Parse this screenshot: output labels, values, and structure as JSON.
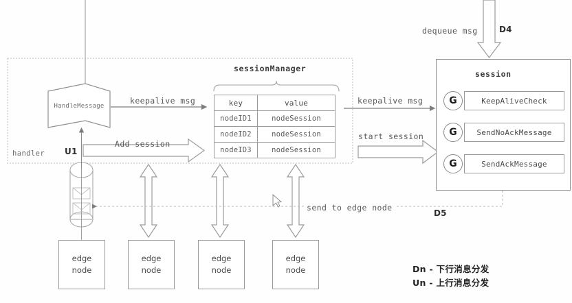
{
  "diagram": {
    "title_hidden": "",
    "handler_group": {
      "label": "handler",
      "process_node": "HandleMessage",
      "uplink_tag": "U1"
    },
    "session_manager": {
      "title": "sessionManager",
      "table": {
        "headers": [
          "key",
          "value"
        ],
        "rows": [
          [
            "nodeID1",
            "nodeSession"
          ],
          [
            "nodeID2",
            "nodeSession"
          ],
          [
            "nodeID3",
            "nodeSession"
          ]
        ]
      }
    },
    "session_panel": {
      "title": "session",
      "goroutine_badge": "G",
      "items": [
        "KeepAliveCheck",
        "SendNoAckMessage",
        "SendAckMessage"
      ]
    },
    "flows": [
      {
        "name": "dequeue-msg",
        "label": "dequeue msg",
        "tag": "D4"
      },
      {
        "name": "keepalive-msg-to-table",
        "label": "keepalive msg",
        "tag": ""
      },
      {
        "name": "keepalive-msg-to-session",
        "label": "keepalive msg",
        "tag": ""
      },
      {
        "name": "add-session",
        "label": "Add session",
        "tag": ""
      },
      {
        "name": "start-session",
        "label": "start session",
        "tag": ""
      },
      {
        "name": "send-to-edge-node",
        "label": "send to edge node",
        "tag": "D5"
      }
    ],
    "edge_nodes": [
      {
        "line1": "edge",
        "line2": "node"
      },
      {
        "line1": "edge",
        "line2": "node"
      },
      {
        "line1": "edge",
        "line2": "node"
      },
      {
        "line1": "edge",
        "line2": "node"
      }
    ],
    "legend": [
      "Dn - 下行消息分发",
      "Un - 上行消息分发"
    ],
    "colors": {
      "stroke": "#9a9a9a",
      "text": "#5a5a5a",
      "dotted": "#b9b9b9",
      "hollow_arrow": "#8f8f8f",
      "background": "#ffffff"
    }
  }
}
